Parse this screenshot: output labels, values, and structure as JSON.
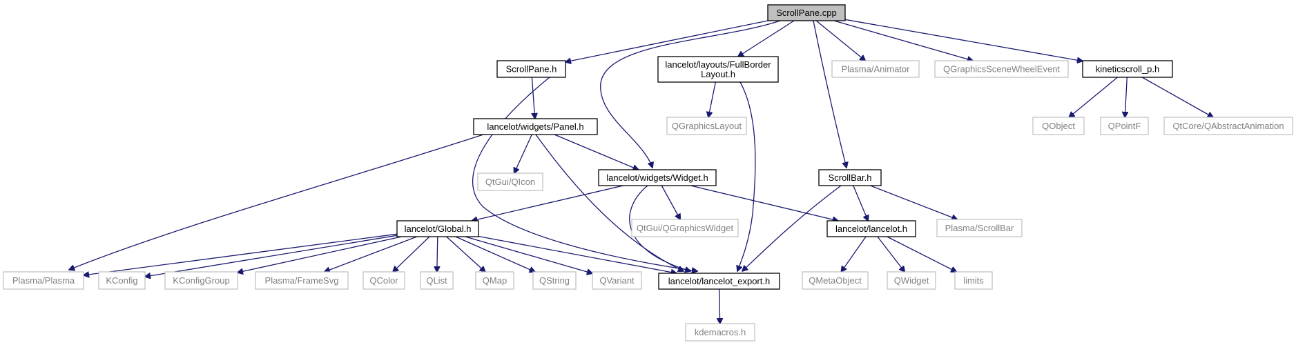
{
  "graph": {
    "root": "ScrollPane.cpp",
    "nodes": [
      {
        "id": "scrollpane_cpp",
        "label": [
          "ScrollPane.cpp"
        ],
        "kind": "root"
      },
      {
        "id": "scrollpane_h",
        "label": [
          "ScrollPane.h"
        ],
        "kind": "internal"
      },
      {
        "id": "fullborderlayout_h",
        "label": [
          "lancelot/layouts/FullBorder",
          "Layout.h"
        ],
        "kind": "internal"
      },
      {
        "id": "plasma_animator",
        "label": [
          "Plasma/Animator"
        ],
        "kind": "external"
      },
      {
        "id": "qgraphicsscenewheelevent",
        "label": [
          "QGraphicsSceneWheelEvent"
        ],
        "kind": "external"
      },
      {
        "id": "kineticscroll_p_h",
        "label": [
          "kineticscroll_p.h"
        ],
        "kind": "internal"
      },
      {
        "id": "panel_h",
        "label": [
          "lancelot/widgets/Panel.h"
        ],
        "kind": "internal"
      },
      {
        "id": "qgraphicslayout",
        "label": [
          "QGraphicsLayout"
        ],
        "kind": "external"
      },
      {
        "id": "qobject",
        "label": [
          "QObject"
        ],
        "kind": "external"
      },
      {
        "id": "qpointf",
        "label": [
          "QPointF"
        ],
        "kind": "external"
      },
      {
        "id": "qabstractanimation",
        "label": [
          "QtCore/QAbstractAnimation"
        ],
        "kind": "external"
      },
      {
        "id": "qicon",
        "label": [
          "QtGui/QIcon"
        ],
        "kind": "external"
      },
      {
        "id": "widget_h",
        "label": [
          "lancelot/widgets/Widget.h"
        ],
        "kind": "internal"
      },
      {
        "id": "scrollbar_h",
        "label": [
          "ScrollBar.h"
        ],
        "kind": "internal"
      },
      {
        "id": "global_h",
        "label": [
          "lancelot/Global.h"
        ],
        "kind": "internal"
      },
      {
        "id": "qgraphicswidget",
        "label": [
          "QtGui/QGraphicsWidget"
        ],
        "kind": "external"
      },
      {
        "id": "lancelot_h",
        "label": [
          "lancelot/lancelot.h"
        ],
        "kind": "internal"
      },
      {
        "id": "plasma_scrollbar",
        "label": [
          "Plasma/ScrollBar"
        ],
        "kind": "external"
      },
      {
        "id": "plasma_plasma",
        "label": [
          "Plasma/Plasma"
        ],
        "kind": "external"
      },
      {
        "id": "kconfig",
        "label": [
          "KConfig"
        ],
        "kind": "external"
      },
      {
        "id": "kconfiggroup",
        "label": [
          "KConfigGroup"
        ],
        "kind": "external"
      },
      {
        "id": "plasma_framesvg",
        "label": [
          "Plasma/FrameSvg"
        ],
        "kind": "external"
      },
      {
        "id": "qcolor",
        "label": [
          "QColor"
        ],
        "kind": "external"
      },
      {
        "id": "qlist",
        "label": [
          "QList"
        ],
        "kind": "external"
      },
      {
        "id": "qmap",
        "label": [
          "QMap"
        ],
        "kind": "external"
      },
      {
        "id": "qstring",
        "label": [
          "QString"
        ],
        "kind": "external"
      },
      {
        "id": "qvariant",
        "label": [
          "QVariant"
        ],
        "kind": "external"
      },
      {
        "id": "lancelot_export_h",
        "label": [
          "lancelot/lancelot_export.h"
        ],
        "kind": "internal"
      },
      {
        "id": "qmetaobject",
        "label": [
          "QMetaObject"
        ],
        "kind": "external"
      },
      {
        "id": "qwidget",
        "label": [
          "QWidget"
        ],
        "kind": "external"
      },
      {
        "id": "limits",
        "label": [
          "limits"
        ],
        "kind": "external"
      },
      {
        "id": "kdemacros_h",
        "label": [
          "kdemacros.h"
        ],
        "kind": "external"
      }
    ],
    "edges": [
      {
        "from": "scrollpane_cpp",
        "to": "scrollpane_h"
      },
      {
        "from": "scrollpane_cpp",
        "to": "widget_h"
      },
      {
        "from": "scrollpane_cpp",
        "to": "fullborderlayout_h"
      },
      {
        "from": "scrollpane_cpp",
        "to": "scrollbar_h"
      },
      {
        "from": "scrollpane_cpp",
        "to": "plasma_animator"
      },
      {
        "from": "scrollpane_cpp",
        "to": "qgraphicsscenewheelevent"
      },
      {
        "from": "scrollpane_cpp",
        "to": "kineticscroll_p_h"
      },
      {
        "from": "scrollpane_h",
        "to": "panel_h"
      },
      {
        "from": "scrollpane_h",
        "to": "lancelot_export_h"
      },
      {
        "from": "fullborderlayout_h",
        "to": "qgraphicslayout"
      },
      {
        "from": "fullborderlayout_h",
        "to": "lancelot_export_h"
      },
      {
        "from": "kineticscroll_p_h",
        "to": "qobject"
      },
      {
        "from": "kineticscroll_p_h",
        "to": "qpointf"
      },
      {
        "from": "kineticscroll_p_h",
        "to": "qabstractanimation"
      },
      {
        "from": "panel_h",
        "to": "plasma_plasma"
      },
      {
        "from": "panel_h",
        "to": "qicon"
      },
      {
        "from": "panel_h",
        "to": "widget_h"
      },
      {
        "from": "panel_h",
        "to": "lancelot_export_h"
      },
      {
        "from": "widget_h",
        "to": "global_h"
      },
      {
        "from": "widget_h",
        "to": "lancelot_export_h"
      },
      {
        "from": "widget_h",
        "to": "qgraphicswidget"
      },
      {
        "from": "widget_h",
        "to": "lancelot_h"
      },
      {
        "from": "scrollbar_h",
        "to": "lancelot_export_h"
      },
      {
        "from": "scrollbar_h",
        "to": "lancelot_h"
      },
      {
        "from": "scrollbar_h",
        "to": "plasma_scrollbar"
      },
      {
        "from": "global_h",
        "to": "plasma_plasma"
      },
      {
        "from": "global_h",
        "to": "kconfig"
      },
      {
        "from": "global_h",
        "to": "kconfiggroup"
      },
      {
        "from": "global_h",
        "to": "plasma_framesvg"
      },
      {
        "from": "global_h",
        "to": "qcolor"
      },
      {
        "from": "global_h",
        "to": "qlist"
      },
      {
        "from": "global_h",
        "to": "qmap"
      },
      {
        "from": "global_h",
        "to": "qstring"
      },
      {
        "from": "global_h",
        "to": "qvariant"
      },
      {
        "from": "global_h",
        "to": "lancelot_export_h"
      },
      {
        "from": "lancelot_h",
        "to": "qmetaobject"
      },
      {
        "from": "lancelot_h",
        "to": "qwidget"
      },
      {
        "from": "lancelot_h",
        "to": "limits"
      },
      {
        "from": "lancelot_export_h",
        "to": "kdemacros_h"
      }
    ]
  },
  "colors": {
    "edge": "#191970",
    "root_fill": "#bfbfbf",
    "internal_border": "#000000",
    "external_border": "#bfbfbf",
    "external_text": "#808080"
  }
}
